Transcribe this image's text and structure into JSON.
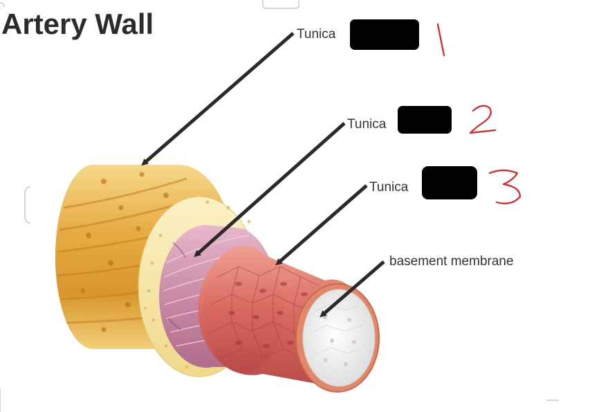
{
  "title": "Artery Wall",
  "labels": {
    "layer_outer": "Tunica",
    "layer_middle": "Tunica",
    "layer_inner": "Tunica",
    "basement_membrane": "basement membrane"
  },
  "handwritten_numbers": [
    "1",
    "2",
    "3"
  ],
  "colors": {
    "title": "#2b2b2b",
    "label_text": "#333333",
    "arrow": "#2a2a2a",
    "redaction": "#000000",
    "handwriting": "#e02020",
    "outer_layer": "#e8b24a",
    "adventitia_band": "#f6e6a6",
    "middle_layer": "#c98aa4",
    "inner_layer": "#d86860",
    "lumen": "#ececec"
  }
}
